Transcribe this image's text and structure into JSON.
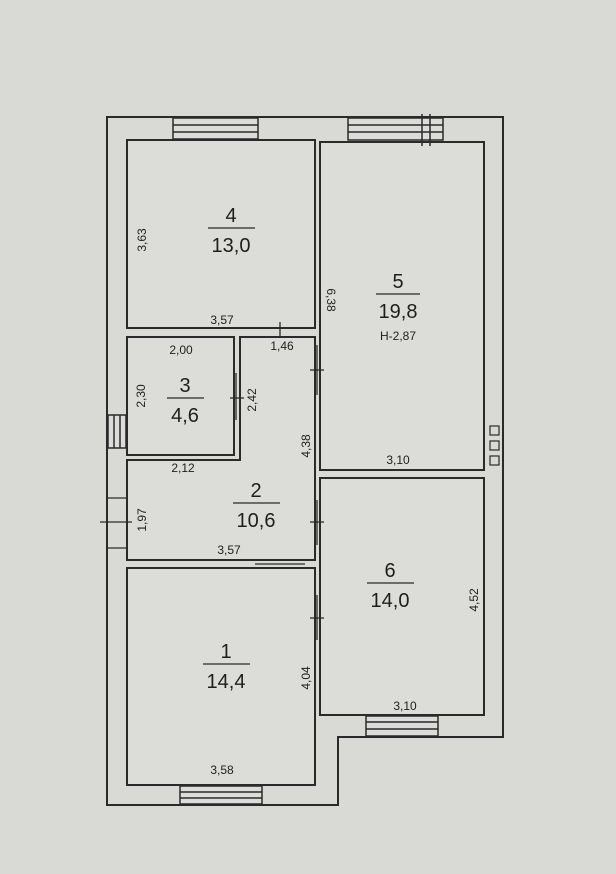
{
  "rooms": [
    {
      "number": "1",
      "area": "14,4"
    },
    {
      "number": "2",
      "area": "10,6"
    },
    {
      "number": "3",
      "area": "4,6"
    },
    {
      "number": "4",
      "area": "13,0"
    },
    {
      "number": "5",
      "area": "19,8",
      "height": "Н-2,87"
    },
    {
      "number": "6",
      "area": "14,0"
    }
  ],
  "dimensions": {
    "r4_height": "3,63",
    "r4_width": "3,57",
    "r5_height": "6,38",
    "r5_width": "3,10",
    "r3_width": "2,00",
    "r3_height": "2,30",
    "r3_right": "2,42",
    "r2_top": "1,46",
    "r2_mid": "2,12",
    "r2_height": "4,38",
    "r2_left": "1,97",
    "r2_width": "3,57",
    "r6_height": "4,52",
    "r6_width": "3,10",
    "r1_height": "4,04",
    "r1_width": "3,58"
  }
}
